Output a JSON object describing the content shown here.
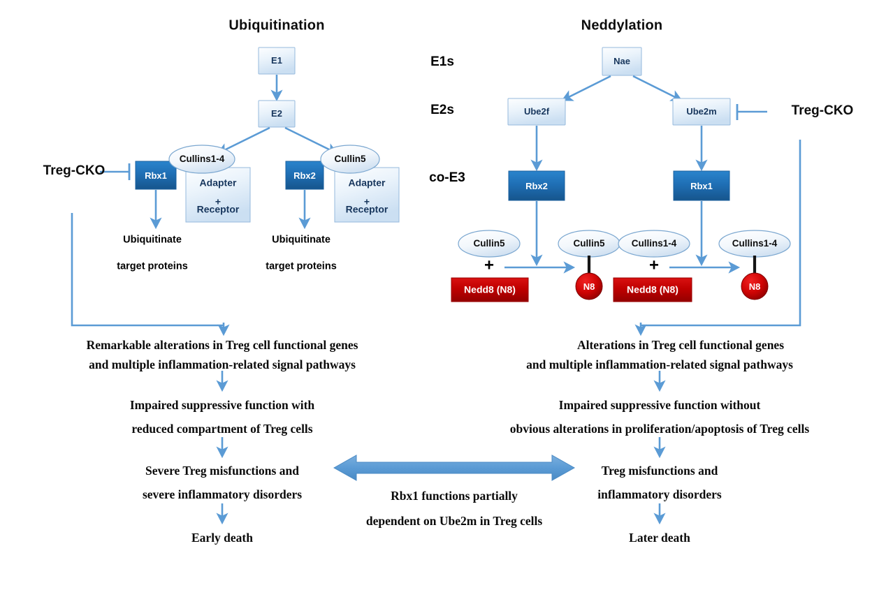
{
  "figure": {
    "titles": {
      "left": "Ubiquitination",
      "right": "Neddylation"
    },
    "column_labels": [
      "E1s",
      "E2s",
      "co-E3"
    ],
    "colors": {
      "node_blue_dark": "#1f6fb5",
      "node_blue_light_top": "#c5dcf0",
      "node_blue_light_bottom": "#fbfdff",
      "arrow_blue": "#5b9bd5",
      "nedd8_red": "#c00000",
      "n8_circle_red": "#d60000",
      "text_black": "#0a0a0a",
      "ellipse_fill": "#eaf2fb"
    }
  },
  "ubiquitination": {
    "e1": "E1",
    "e2": "E2",
    "treg_cko": "Treg-CKO",
    "branch_left": {
      "rbx": "Rbx1",
      "cullin": "Cullins1-4",
      "adapter_lines": [
        "Adapter",
        "+",
        "Receptor"
      ],
      "output_lines": [
        "Ubiquitinate",
        "target proteins"
      ]
    },
    "branch_right": {
      "rbx": "Rbx2",
      "cullin": "Cullin5",
      "adapter_lines": [
        "Adapter",
        "+",
        "Receptor"
      ],
      "output_lines": [
        "Ubiquitinate",
        "target proteins"
      ]
    },
    "outcome": {
      "line1": "Remarkable alterations in Treg cell functional genes",
      "line2": "and multiple inflammation-related signal pathways",
      "line3": "Impaired suppressive function with",
      "line4": "reduced compartment of Treg cells",
      "line5": "Severe Treg misfunctions and",
      "line6": "severe inflammatory disorders",
      "line7": "Early death"
    }
  },
  "neddylation": {
    "nae": "Nae",
    "treg_cko": "Treg-CKO",
    "branch_left": {
      "e2": "Ube2f",
      "rbx": "Rbx2",
      "cullin_in": "Cullin5",
      "cullin_out": "Cullin5",
      "nedd8": "Nedd8 (N8)",
      "n8": "N8",
      "plus": "+"
    },
    "branch_right": {
      "e2": "Ube2m",
      "rbx": "Rbx1",
      "cullin_in": "Cullins1-4",
      "cullin_out": "Cullins1-4",
      "nedd8": "Nedd8 (N8)",
      "n8": "N8",
      "plus": "+"
    },
    "outcome": {
      "line1": "Alterations in Treg cell functional genes",
      "line2": "and multiple inflammation-related signal pathways",
      "line3": "Impaired suppressive function without",
      "line4": "obvious alterations in proliferation/apoptosis of Treg cells",
      "line5": "Treg misfunctions and",
      "line6": "inflammatory disorders",
      "line7": "Later death"
    }
  },
  "center_link": {
    "caption_line1": "Rbx1 functions partially",
    "caption_line2": "dependent on Ube2m in Treg cells"
  }
}
